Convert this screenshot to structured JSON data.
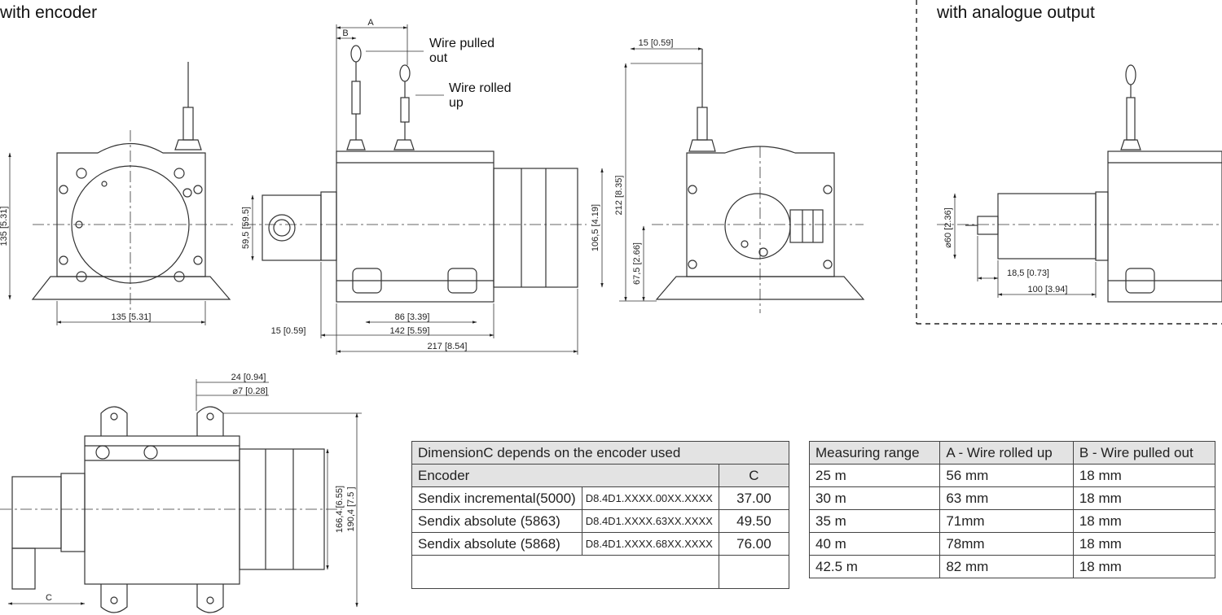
{
  "titles": {
    "encoder": "with encoder",
    "analogue": "with analogue output"
  },
  "annotations": {
    "wire_pulled_out": "Wire pulled out",
    "wire_rolled_up": "Wire rolled up",
    "label_a": "A",
    "label_b": "B",
    "label_c": "C"
  },
  "dimensions": {
    "front_height": "135 [5.31]",
    "front_width": "135 [5.31]",
    "side_connector_height": "59,5 [59.5]",
    "side_drum_height": "106,5 [4.19]",
    "side_86": "86 [3.39]",
    "side_15": "15 [0.59]",
    "side_142": "142 [5.59]",
    "side_217": "217 [8.54]",
    "right_15": "15 [0.59]",
    "right_212": "212 [8.35]",
    "right_67": "67,5 [2.66]",
    "analog_dia": "⌀60 [2.36]",
    "analog_18": "18,5 [0.73]",
    "analog_100": "100 [3.94]",
    "top_24": "24 [0.94]",
    "top_hole": "⌀7 [0.28]",
    "top_166": "166,4 [6.55]",
    "top_190": "190,4 [7.5 ]"
  },
  "encoder_table": {
    "title": "DimensionC depends on the encoder used",
    "col_encoder": "Encoder",
    "col_c": "C",
    "rows": [
      {
        "name": "Sendix incremental(5000)",
        "code": "D8.4D1.XXXX.00XX.XXXX",
        "c": "37.00"
      },
      {
        "name": "Sendix absolute (5863)",
        "code": "D8.4D1.XXXX.63XX.XXXX",
        "c": "49.50"
      },
      {
        "name": "Sendix absolute (5868)",
        "code": "D8.4D1.XXXX.68XX.XXXX",
        "c": "76.00"
      }
    ]
  },
  "range_table": {
    "headers": [
      "Measuring range",
      "A - Wire rolled up",
      "B - Wire pulled out"
    ],
    "rows": [
      [
        "25 m",
        "56 mm",
        "18 mm"
      ],
      [
        "30 m",
        "63 mm",
        "18 mm"
      ],
      [
        "35 m",
        "71mm",
        "18 mm"
      ],
      [
        "40 m",
        "78mm",
        "18 mm"
      ],
      [
        "42.5 m",
        "82 mm",
        "18 mm"
      ]
    ]
  }
}
